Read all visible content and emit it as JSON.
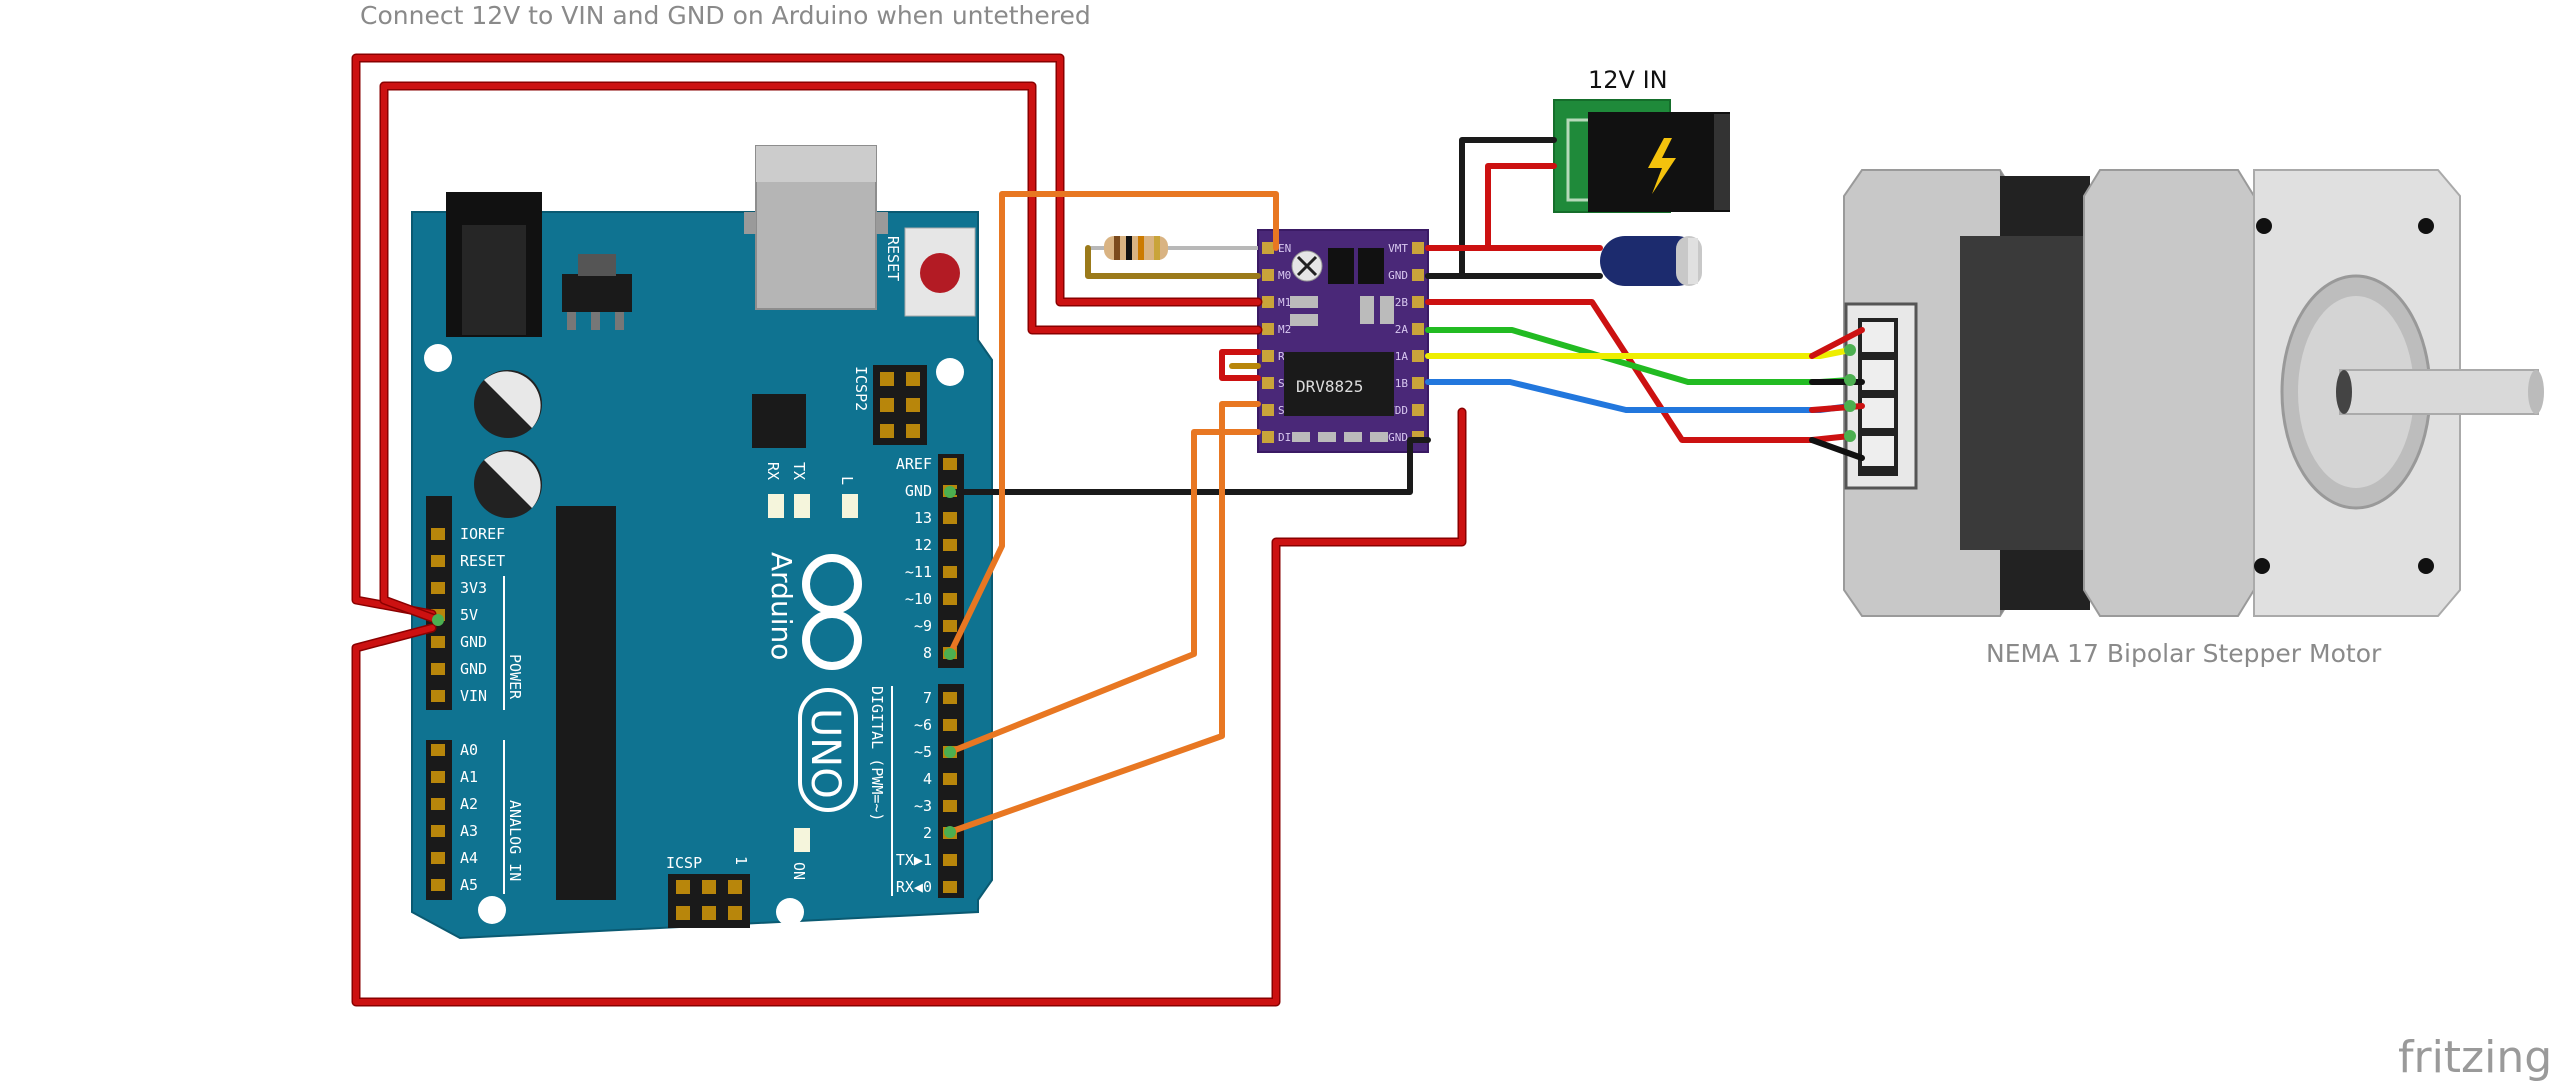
{
  "note": "Connect 12V to VIN and GND on Arduino when untethered",
  "power_label": "12V IN",
  "motor_label": "NEMA 17 Bipolar Stepper Motor",
  "brand": "fritzing",
  "arduino": {
    "logo_text": "Arduino",
    "model": "UNO",
    "reset_label": "RESET",
    "icsp_label": "ICSP",
    "icsp2_label": "ICSP2",
    "rx_label": "RX",
    "tx_label": "TX",
    "l_label": "L",
    "on_label": "ON",
    "icsp_one": "1",
    "power_header": [
      "IOREF",
      "RESET",
      "3V3",
      "5V",
      "GND",
      "GND",
      "VIN"
    ],
    "power_group": "POWER",
    "analog_header": [
      "A0",
      "A1",
      "A2",
      "A3",
      "A4",
      "A5"
    ],
    "analog_group": "ANALOG IN",
    "digital_top": [
      "AREF",
      "GND",
      "13",
      "12",
      "~11",
      "~10",
      "~9",
      "8"
    ],
    "digital_bottom": [
      "7",
      "~6",
      "~5",
      "4",
      "~3",
      "2",
      "TX▶1",
      "RX◀0"
    ],
    "digital_group": "DIGITAL (PWM=~)"
  },
  "driver": {
    "chip": "DRV8825",
    "left_pins": [
      "EN",
      "M0",
      "M1",
      "M2",
      "RST",
      "SLP",
      "STP",
      "DIR"
    ],
    "right_pins": [
      "VMT",
      "GND",
      "2B",
      "2A",
      "1A",
      "1B",
      "VDD",
      "GND"
    ]
  },
  "colors": {
    "board": "#0f7391",
    "driver": "#4a2878",
    "red_wire": "#cc1111",
    "orange_wire": "#e87722",
    "black_wire": "#1a1a1a",
    "green_wire": "#22bb22",
    "yellow_wire": "#eeee00",
    "blue_wire": "#2277dd"
  }
}
